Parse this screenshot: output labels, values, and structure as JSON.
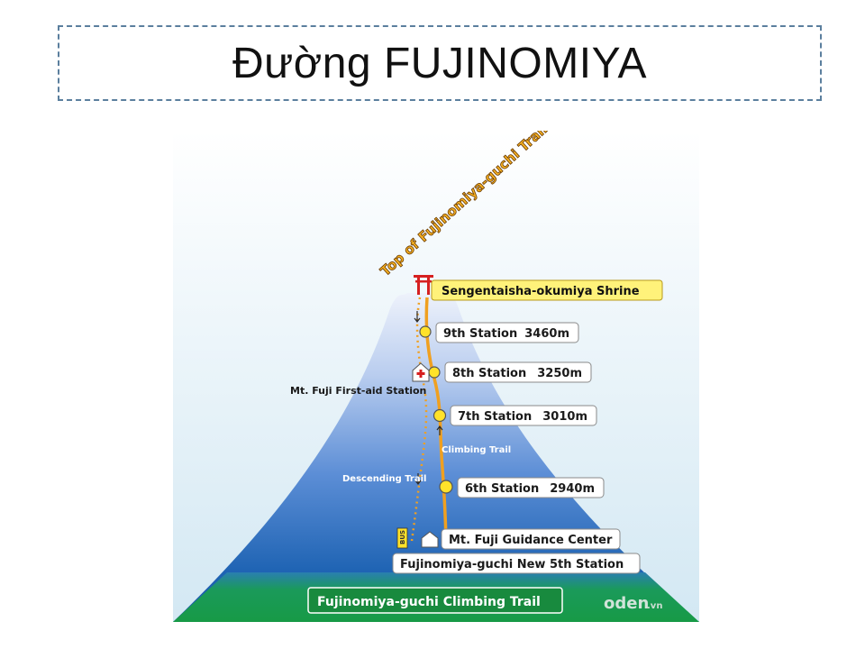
{
  "slide": {
    "title": "Đường FUJINOMIYA"
  },
  "diagram": {
    "top_banner": "Top of Fujinomiya-guchi Trail",
    "shrine": "Sengentaisha-okumiya Shrine",
    "stations": [
      {
        "name": "9th Station",
        "elevation": "3460m"
      },
      {
        "name": "8th Station",
        "elevation": "3250m"
      },
      {
        "name": "7th Station",
        "elevation": "3010m"
      },
      {
        "name": "6th Station",
        "elevation": "2940m"
      }
    ],
    "first_aid": "Mt. Fuji First-aid Station",
    "climbing_trail": "Climbing Trail",
    "descending_trail": "Descending Trail",
    "bus_sign": "BUS",
    "guidance_center": "Mt. Fuji Guidance Center",
    "new_5th_station": "Fujinomiya-guchi New 5th Station",
    "footer_title": "Fujinomiya-guchi Climbing Trail",
    "watermark_main": "oden",
    "watermark_suffix": ".vn",
    "colors": {
      "sky_top": "#ffffff",
      "sky_bottom": "#d3e8f3",
      "mountain_top": "#eef2fb",
      "mountain_mid": "#5c8ed6",
      "mountain_low": "#1e63b3",
      "ground": "#1a9a48",
      "trail": "#f0a020",
      "station_dot": "#ffe22a",
      "shrine_label": "#fff27a",
      "torii": "#d62020",
      "banner": "#f5b021"
    }
  }
}
